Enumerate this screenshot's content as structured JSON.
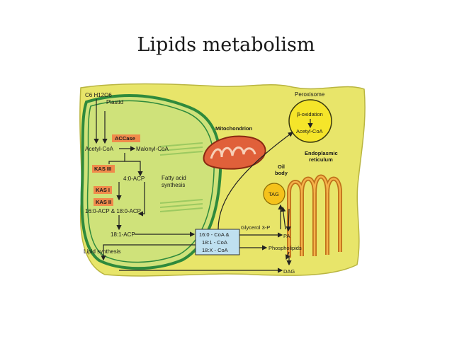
{
  "slide": {
    "title": "Lipids metabolism"
  },
  "diagram": {
    "glucose": "C6 H12O6",
    "plastid": "Plastid",
    "accase": "ACCase",
    "acetyl_coa_plastid": "Acetyl-CoA",
    "malonyl_coa": "Malonyl-CoA",
    "kas3": "KAS III",
    "acp4": "4:0-ACP",
    "kas1": "KAS I",
    "kas2": "KAS II",
    "acp16_18": "16:0-ACP & 18:0-ACP",
    "fatty_acid": "Fatty acid",
    "synthesis": "synthesis",
    "acp18_1": "18:1-ACP",
    "lipid_synthesis": "Lipid synthesis",
    "mitochondrion": "Mitochondrion",
    "peroxisome": "Peroxisome",
    "beta_oxidation": "β-oxidation",
    "acetyl_coa_perox": "Acetyl-CoA",
    "oil": "Oil",
    "body": "body",
    "tag": "TAG",
    "er_line1": "Endoplasmic",
    "er_line2": "reticulum",
    "coa_line1": "16:0 - CoA &",
    "coa_line2": "18:1 - CoA",
    "coa_line3": "18:X - CoA",
    "glycerol": "Glycerol 3-P",
    "pa": "PA",
    "phospholipids": "Phospholipids",
    "dag": "DAG"
  },
  "colors": {
    "cytoplasm": "#e8e56a",
    "plastid_fill": "#cfe27a",
    "plastid_edge": "#2f8a3c",
    "enzyme_box": "#f08a4b",
    "mito": "#e0603a",
    "peroxisome": "#f5e52a",
    "tag": "#f5c21b",
    "er": "#f0a030",
    "coa_box": "#bfe0f0"
  }
}
